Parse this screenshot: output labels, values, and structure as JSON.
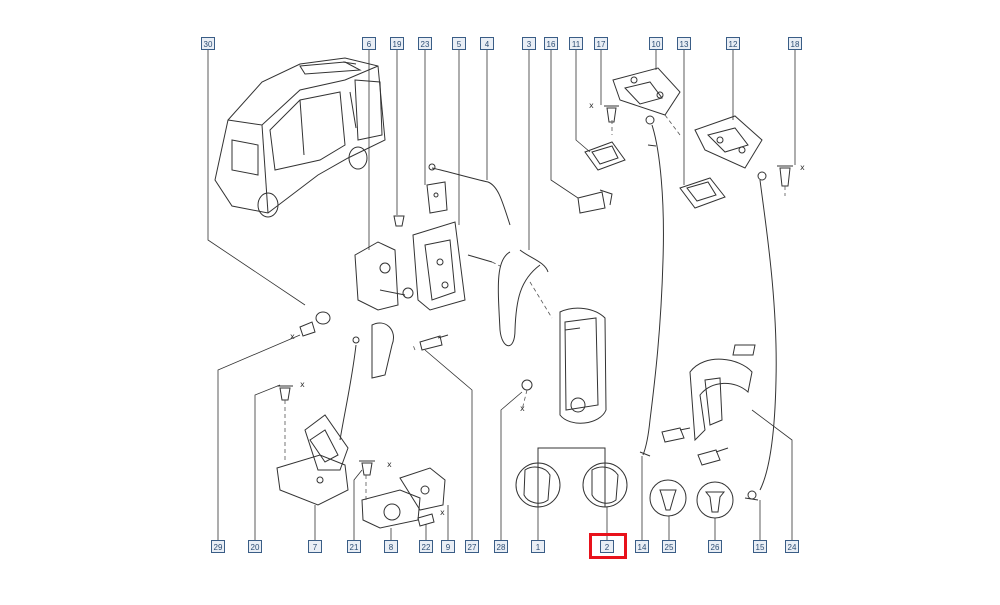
{
  "diagram": {
    "highlight_color": "#e8121b",
    "label_border_color": "#3a5d86",
    "top_labels": [
      "30",
      "6",
      "19",
      "23",
      "5",
      "4",
      "3",
      "16",
      "11",
      "17",
      "10",
      "13",
      "12",
      "18"
    ],
    "bottom_labels": [
      "29",
      "20",
      "7",
      "21",
      "8",
      "22",
      "9",
      "27",
      "28",
      "1",
      "2",
      "14",
      "25",
      "26",
      "15",
      "24"
    ],
    "highlighted_label": "2",
    "x_marks": [
      "x",
      "x",
      "x",
      "x",
      "x",
      "x",
      "x"
    ]
  }
}
